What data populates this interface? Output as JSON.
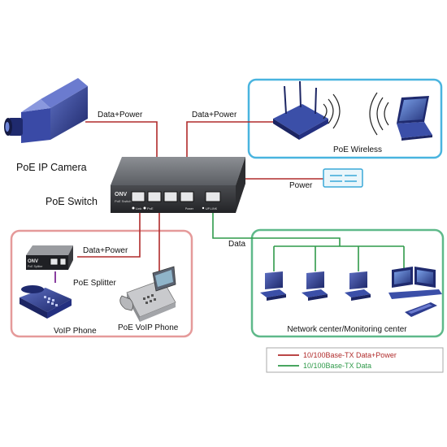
{
  "labels": {
    "camera": "PoE IP Camera",
    "switch": "PoE Switch",
    "wireless": "PoE Wireless",
    "splitter": "PoE  Splitter",
    "voip_phone": "VoIP Phone",
    "poe_voip_phone": "PoE VoIP Phone",
    "network_center": "Network center/Monitoring center",
    "power_device": "Power",
    "camera_link": "Data+Power",
    "wireless_link": "Data+Power",
    "splitter_link": "Data+Power",
    "data_link": "Data"
  },
  "switch_face": {
    "brand": "ONV",
    "model": "PoE Switch",
    "led_link": "Link",
    "led_poe": "PoE",
    "led_uplink": "UP-LINK",
    "led_power": "Power"
  },
  "splitter_face": {
    "brand": "ONV",
    "model": "PoE Splitter"
  },
  "legend": {
    "items": [
      {
        "text": "10/100Base-TX Data+Power",
        "color": "#b02b2b"
      },
      {
        "text": "10/100Base-TX Data",
        "color": "#2f9a4a"
      }
    ]
  },
  "colors": {
    "wire_power": "#b02b2b",
    "wire_data": "#2f9a4a",
    "wireless_box": "#49b4df",
    "poe_box": "#e59a9a",
    "network_box": "#5fb98a",
    "device_blue": "#2d3c8f"
  }
}
